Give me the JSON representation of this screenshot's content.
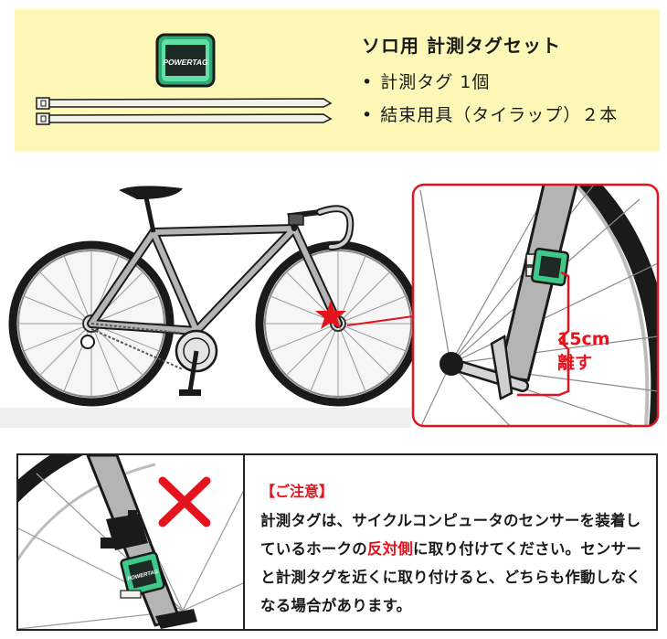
{
  "kit": {
    "title": "ソロ用 計測タグセット",
    "items": [
      "計測タグ 1個",
      "結束用具（タイラップ）２本"
    ],
    "tag_logo": "POWERTAG"
  },
  "diagram": {
    "distance_value": "15cm",
    "distance_label": "離す",
    "marker_icon": "star-marker-icon"
  },
  "caution": {
    "title": "【ご注意】",
    "text_before": "計測タグは、サイクルコンピュータのセンサーを装着しているホークの",
    "text_highlight": "反対側",
    "text_after": "に取り付けてください。センサーと計測タグを近くに取り付けると、どちらも作動しなくなる場合があります。",
    "tag_logo": "POWERTAG"
  },
  "colors": {
    "kit_background": "#fdf8b8",
    "accent_red": "#e5131d",
    "tag_green": "#3ec98b",
    "frame_gray": "#b4b4b4"
  }
}
